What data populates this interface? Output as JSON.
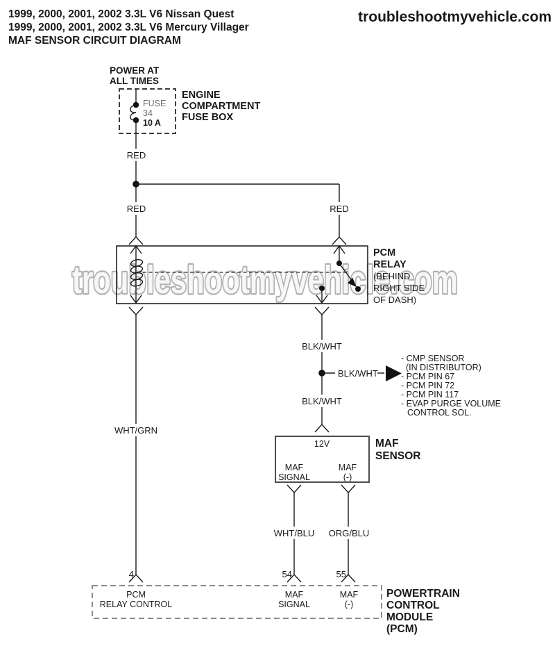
{
  "header": {
    "line1": "1999, 2000, 2001, 2002 3.3L V6 Nissan Quest",
    "line2": "1999, 2000, 2001, 2002 3.3L V6 Mercury Villager",
    "line3": "MAF SENSOR CIRCUIT DIAGRAM",
    "site": "troubleshootmyvehicle.com"
  },
  "watermark": "troubleshootmyvehicle.com",
  "power_source": {
    "line1": "POWER AT",
    "line2": "ALL TIMES"
  },
  "fuse_box": {
    "fuse_label": "FUSE",
    "fuse_number": "34",
    "fuse_rating": "10 A",
    "label_lines": [
      "ENGINE",
      "COMPARTMENT",
      "FUSE BOX"
    ]
  },
  "wires": {
    "red_top": "RED",
    "red_left": "RED",
    "red_right": "RED",
    "wht_grn": "WHT/GRN",
    "blk_wht_upper": "BLK/WHT",
    "blk_wht_branch": "BLK/WHT",
    "blk_wht_lower": "BLK/WHT",
    "wht_blu": "WHT/BLU",
    "org_blu": "ORG/BLU"
  },
  "relay": {
    "label_lines": [
      "PCM",
      "RELAY",
      "(BEHIND",
      "RIGHT SIDE",
      "OF DASH)"
    ]
  },
  "branch_list": {
    "lines": [
      "- CMP SENSOR",
      "(IN DISTRIBUTOR)",
      "- PCM PIN 67",
      "- PCM PIN 72",
      "- PCM PIN 117",
      "- EVAP PURGE VOLUME",
      "CONTROL SOL."
    ]
  },
  "maf_sensor": {
    "pin_12v": "12V",
    "pin_signal_l1": "MAF",
    "pin_signal_l2": "SIGNAL",
    "pin_neg_l1": "MAF",
    "pin_neg_l2": "(-)",
    "label_lines": [
      "MAF",
      "SENSOR"
    ]
  },
  "pcm": {
    "pin4": "4",
    "pin54": "54",
    "pin55": "55",
    "relay_control_l1": "PCM",
    "relay_control_l2": "RELAY CONTROL",
    "signal_l1": "MAF",
    "signal_l2": "SIGNAL",
    "neg_l1": "MAF",
    "neg_l2": "(-)",
    "label_lines": [
      "POWERTRAIN",
      "CONTROL",
      "MODULE",
      "(PCM)"
    ]
  },
  "colors": {
    "line": "#1a1a1a",
    "gray_text": "#6f6f6f",
    "fuse_box_dash": "#3c3c3c",
    "pcm_box_dash": "#8c8c8c",
    "maf_box_border": "#4d4d4d",
    "watermark_fill": "#f7f7f7",
    "watermark_stroke": "#b2b2b2"
  }
}
